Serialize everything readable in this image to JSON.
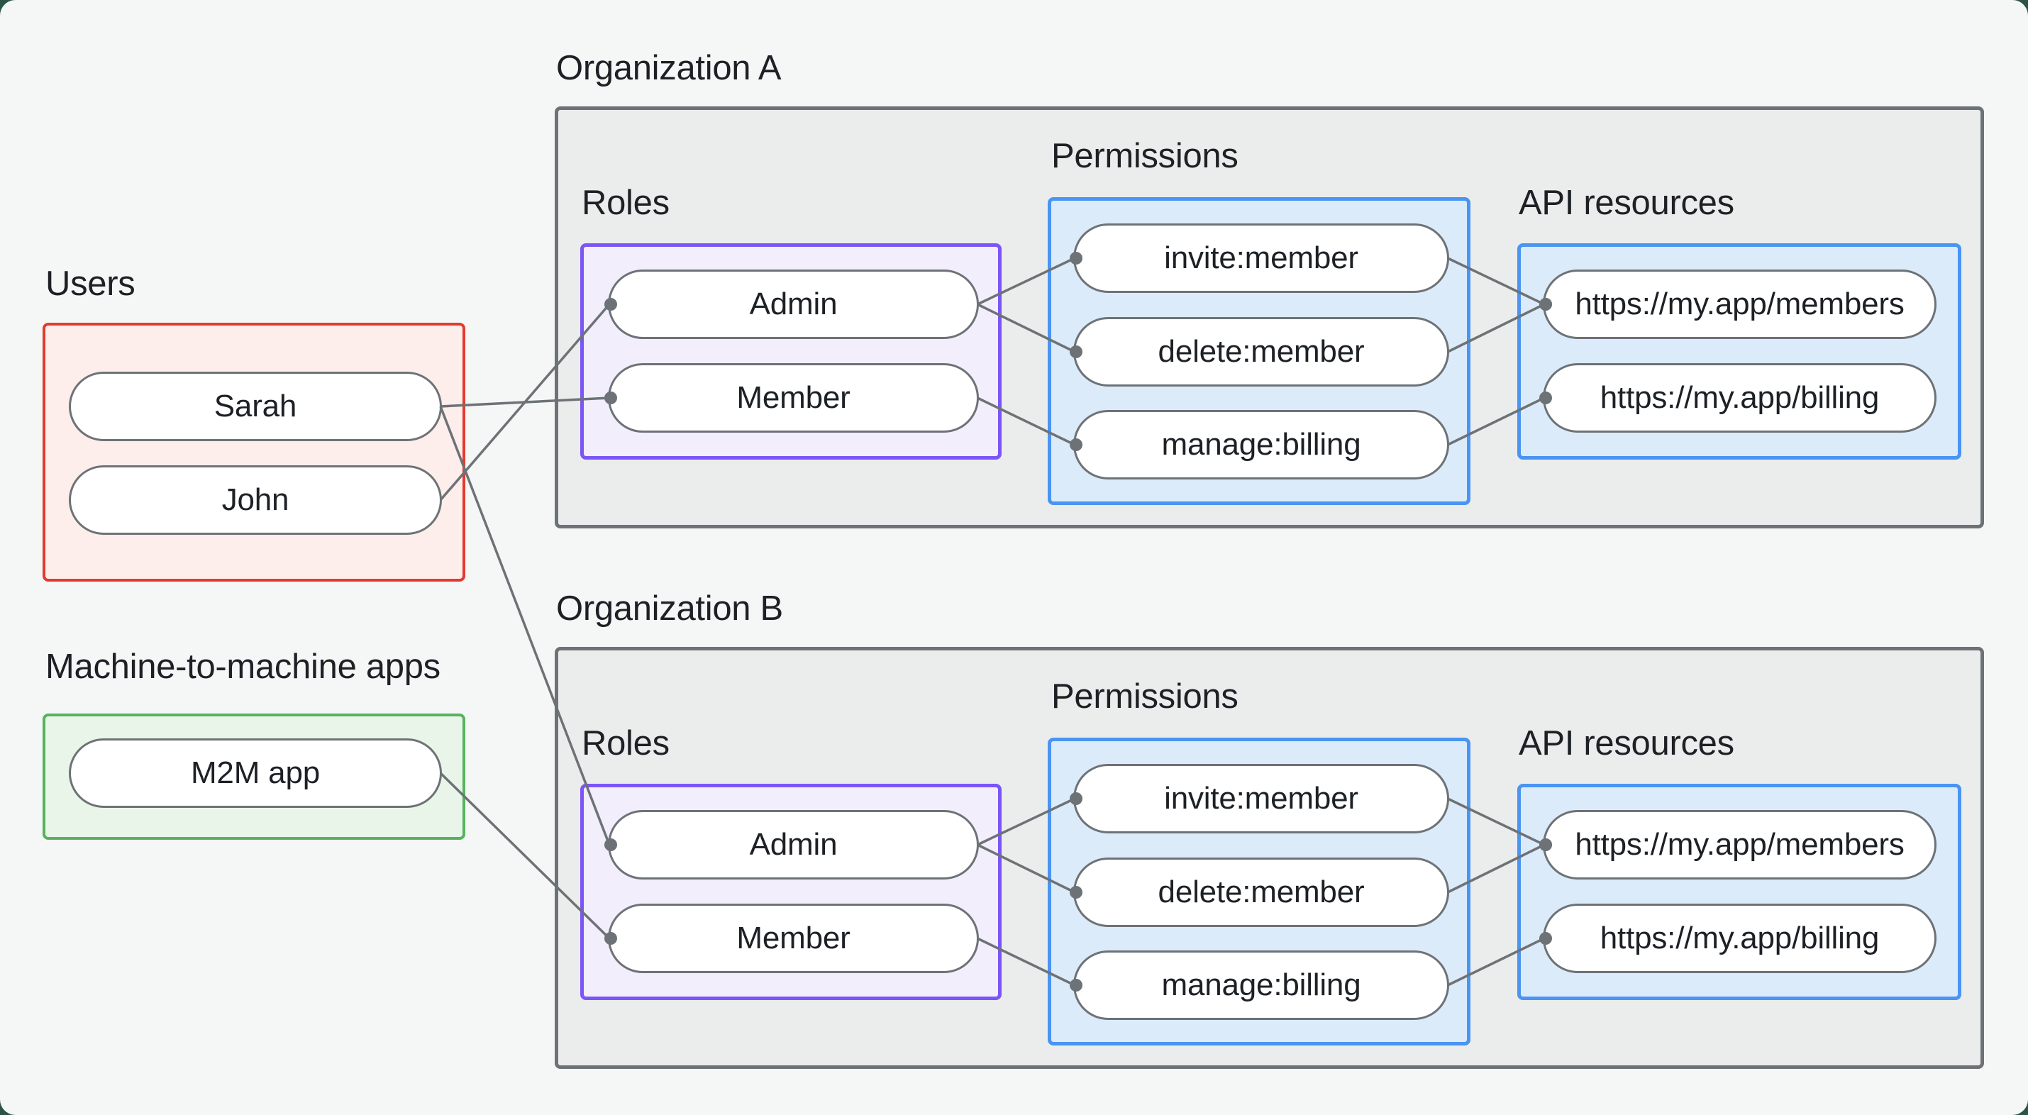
{
  "sections": {
    "users": {
      "title": "Users"
    },
    "m2m": {
      "title": "Machine-to-machine apps"
    },
    "org_a": {
      "title": "Organization A",
      "roles_title": "Roles",
      "permissions_title": "Permissions",
      "api_title": "API resources"
    },
    "org_b": {
      "title": "Organization B",
      "roles_title": "Roles",
      "permissions_title": "Permissions",
      "api_title": "API resources"
    }
  },
  "nodes": {
    "sarah": {
      "label": "Sarah"
    },
    "john": {
      "label": "John"
    },
    "m2m_app": {
      "label": "M2M app"
    },
    "a_admin": {
      "label": "Admin"
    },
    "a_member": {
      "label": "Member"
    },
    "a_invite": {
      "label": "invite:member"
    },
    "a_delete": {
      "label": "delete:member"
    },
    "a_manage": {
      "label": "manage:billing"
    },
    "a_members": {
      "label": "https://my.app/members"
    },
    "a_billing": {
      "label": "https://my.app/billing"
    },
    "b_admin": {
      "label": "Admin"
    },
    "b_member": {
      "label": "Member"
    },
    "b_invite": {
      "label": "invite:member"
    },
    "b_delete": {
      "label": "delete:member"
    },
    "b_manage": {
      "label": "manage:billing"
    },
    "b_members": {
      "label": "https://my.app/members"
    },
    "b_billing": {
      "label": "https://my.app/billing"
    }
  },
  "edges": [
    {
      "from": "sarah",
      "to": "a_member"
    },
    {
      "from": "john",
      "to": "a_admin"
    },
    {
      "from": "sarah",
      "to": "b_admin"
    },
    {
      "from": "m2m_app",
      "to": "b_member"
    },
    {
      "from": "a_admin",
      "to": "a_invite"
    },
    {
      "from": "a_admin",
      "to": "a_delete"
    },
    {
      "from": "a_member",
      "to": "a_manage"
    },
    {
      "from": "a_invite",
      "to": "a_members"
    },
    {
      "from": "a_delete",
      "to": "a_members"
    },
    {
      "from": "a_manage",
      "to": "a_billing"
    },
    {
      "from": "b_admin",
      "to": "b_invite"
    },
    {
      "from": "b_admin",
      "to": "b_delete"
    },
    {
      "from": "b_member",
      "to": "b_manage"
    },
    {
      "from": "b_invite",
      "to": "b_members"
    },
    {
      "from": "b_delete",
      "to": "b_members"
    },
    {
      "from": "b_manage",
      "to": "b_billing"
    }
  ],
  "style": {
    "page_bg": "#f5f7f6",
    "outside_corner_color": "#2c5444",
    "org_fill": "#ebedec",
    "org_border": "#6d7276",
    "users_fill": "#fdeeeb",
    "users_border": "#e23b2e",
    "m2m_fill": "#e9f5e9",
    "m2m_border": "#57b25e",
    "roles_fill": "#f2eefc",
    "roles_border": "#7b55f6",
    "permissions_fill": "#dcebfa",
    "permissions_border": "#4a94f2",
    "pill_fill": "#ffffff",
    "pill_border": "#6d7276",
    "edge_color": "#6d7276",
    "edge_width": 3.5,
    "dot_radius": 9,
    "text_color": "#1d2126"
  }
}
